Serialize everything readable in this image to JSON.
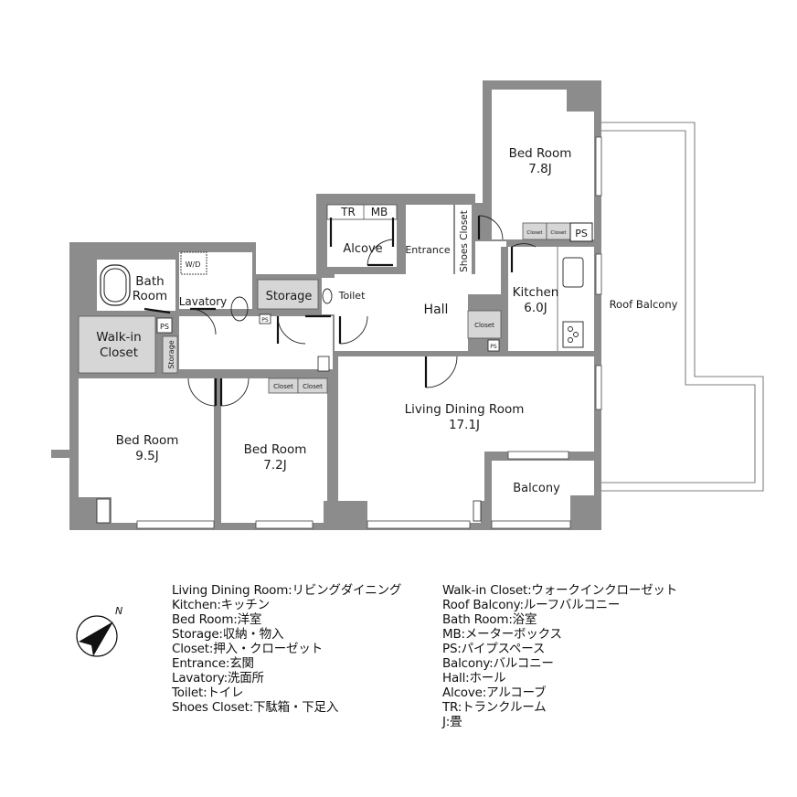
{
  "rooms": {
    "bed_room_ne": {
      "name": "Bed Room",
      "size": "7.8J"
    },
    "bed_room_sw": {
      "name": "Bed Room",
      "size": "9.5J"
    },
    "bed_room_s": {
      "name": "Bed Room",
      "size": "7.2J"
    },
    "living_dining": {
      "name": "Living Dining Room",
      "size": "17.1J"
    },
    "kitchen": {
      "name": "Kitchen",
      "size": "6.0J"
    },
    "bath_room": {
      "name_line1": "Bath",
      "name_line2": "Room"
    },
    "walk_in_closet": {
      "name_line1": "Walk-in",
      "name_line2": "Closet"
    },
    "lavatory": "Lavatory",
    "storage_main": "Storage",
    "storage_small": "Storage",
    "toilet": "Toilet",
    "hall": "Hall",
    "entrance": "Entrance",
    "shoes_closet": "Shoes Closet",
    "alcove": "Alcove",
    "tr": "TR",
    "mb": "MB",
    "balcony": "Balcony",
    "roof_balcony": "Roof Balcony",
    "wd": "W/D",
    "ps": "PS",
    "closet": "Closet"
  },
  "legend": {
    "left": [
      "Living Dining Room:リビングダイニング",
      "Kitchen:キッチン",
      "Bed Room:洋室",
      "Storage:収納・物入",
      "Closet:押入・クローゼット",
      "Entrance:玄関",
      "Lavatory:洗面所",
      "Toilet:トイレ",
      "Shoes Closet:下駄箱・下足入"
    ],
    "right": [
      "Walk-in Closet:ウォークインクローゼット",
      "Roof Balcony:ルーフバルコニー",
      "Bath Room:浴室",
      "MB:メーターボックス",
      "PS:パイプスペース",
      "Balcony:バルコニー",
      "Hall:ホール",
      "Alcove:アルコーブ",
      "TR:トランクルーム",
      "J:畳"
    ]
  },
  "compass": {
    "label": "N"
  },
  "colors": {
    "wall": "#8c8c8c",
    "shaded": "#d6d6d6",
    "line": "#333333"
  }
}
